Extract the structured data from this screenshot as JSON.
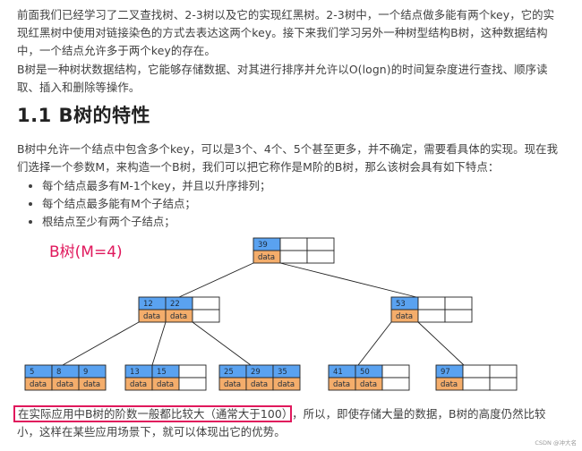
{
  "paragraphs": {
    "intro": "前面我们已经学习了二叉查找树、2-3树以及它的实现红黑树。2-3树中，一个结点做多能有两个key，它的实现红黑树中使用对链接染色的方式去表达这两个key。接下来我们学习另外一种树型结构B树，这种数据结构中，一个结点允许多于两个key的存在。",
    "btree_def": "B树是一种树状数据结构，它能够存储数据、对其进行排序并允许以O(logn)的时间复杂度进行查找、顺序读取、插入和删除等操作。",
    "order_intro": "B树中允许一个结点中包含多个key，可以是3个、4个、5个甚至更多，并不确定，需要看具体的实现。现在我们选择一个参数M，来构造一个B树，我们可以把它称作是M阶的B树，那么该树会具有如下特点：",
    "highlight": "在实际应用中B树的阶数一般都比较大（通常大于100）",
    "conclusion_rest": "，所以，即使存储大量的数据，B树的高度仍然比较小，这样在某些应用场景下，就可以体现出它的优势。"
  },
  "heading": "1.1 B树的特性",
  "features": [
    "每个结点最多有M-1个key，并且以升序排列；",
    "每个结点最多能有M个子结点；",
    "根结点至少有两个子结点；"
  ],
  "diagram": {
    "title": "B树(M=4)",
    "data_label": "data",
    "colors": {
      "key_fill": "#5aa2f0",
      "data_fill": "#f4ad6b",
      "empty_fill": "#ffffff",
      "stroke": "#222222",
      "title": "#e0185c"
    },
    "nodes": {
      "root": [
        "39",
        "",
        ""
      ],
      "left": [
        "12",
        "22",
        ""
      ],
      "right": [
        "53",
        "",
        ""
      ],
      "leaf1": [
        "5",
        "8",
        "9"
      ],
      "leaf2": [
        "13",
        "15",
        ""
      ],
      "leaf3": [
        "25",
        "29",
        "35"
      ],
      "leaf4": [
        "41",
        "50",
        ""
      ],
      "leaf5": [
        "97",
        "",
        ""
      ]
    }
  },
  "watermark_credit": "CSDN @冲大名"
}
